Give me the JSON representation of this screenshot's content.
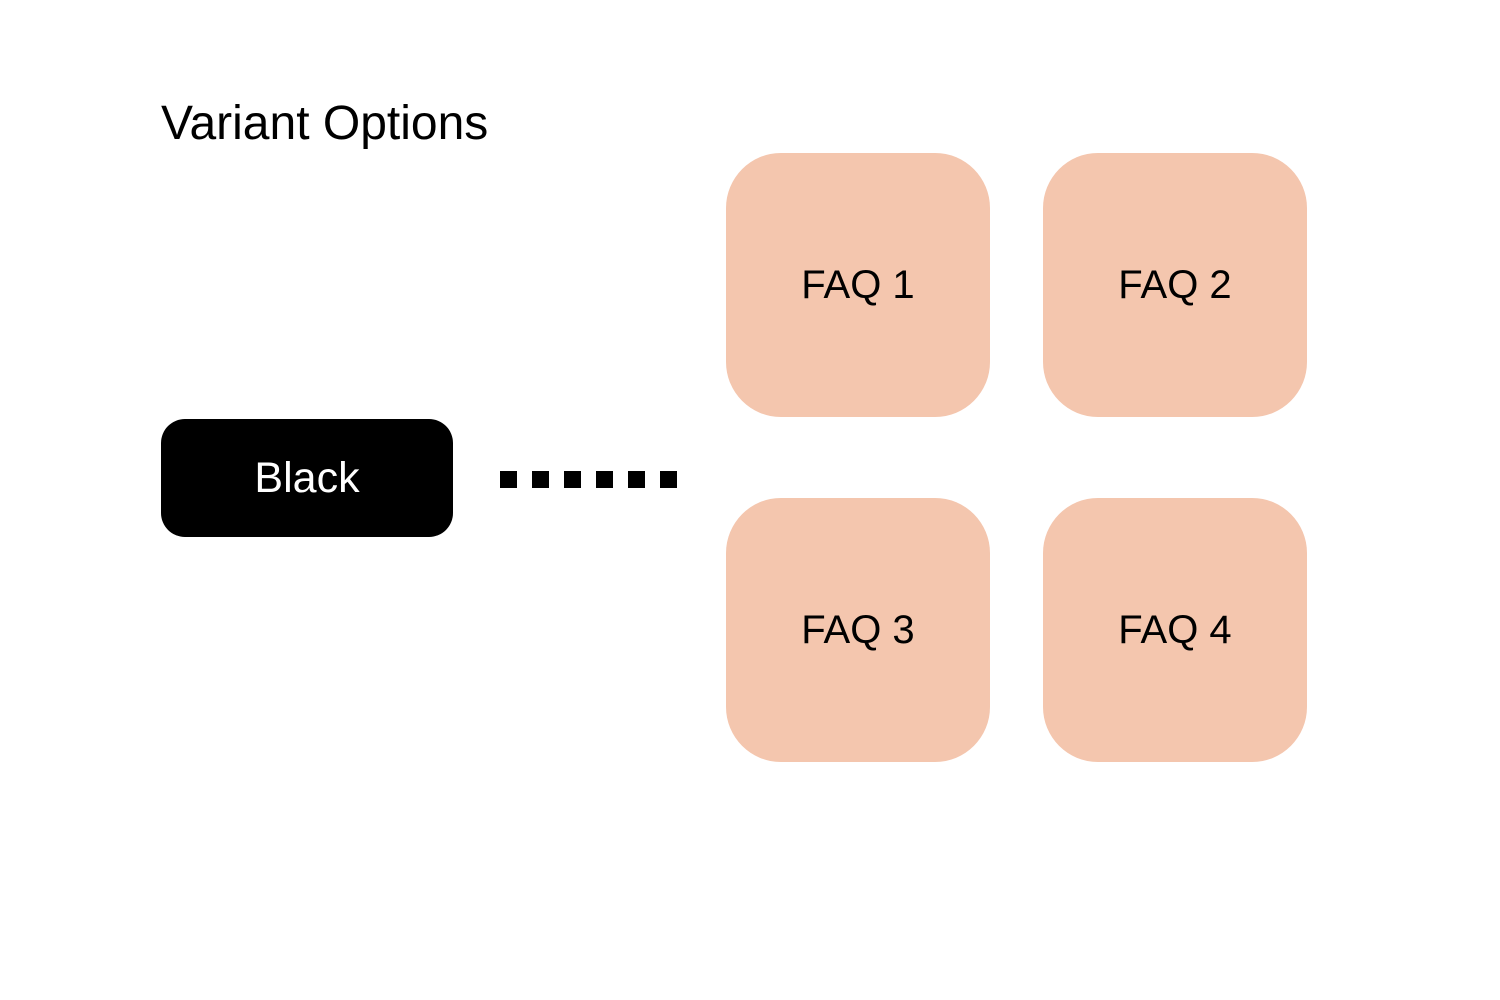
{
  "title": {
    "text": "Variant Options"
  },
  "variant_node": {
    "label": "Black"
  },
  "connector": {
    "style": "dashed",
    "dash_count": 6
  },
  "faq": {
    "items": [
      {
        "label": "FAQ 1"
      },
      {
        "label": "FAQ 2"
      },
      {
        "label": "FAQ 3"
      },
      {
        "label": "FAQ 4"
      }
    ]
  },
  "colors": {
    "page_bg": "#FFFFFF",
    "text": "#000000",
    "node_bg": "#000000",
    "node_text": "#FFFFFF",
    "faq_bg": "#F4C6AE"
  }
}
